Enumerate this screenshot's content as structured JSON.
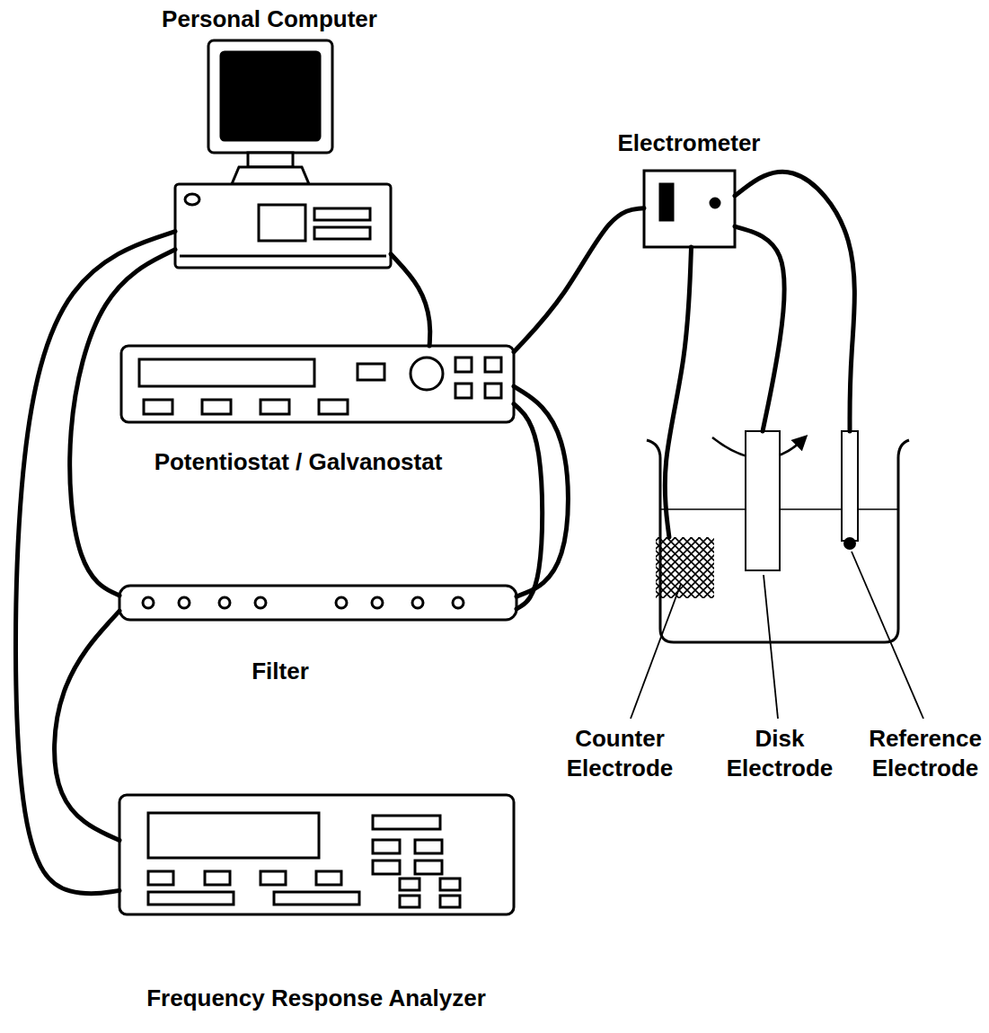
{
  "diagram": {
    "nodes": [
      {
        "text": [
          "Personal Computer"
        ]
      },
      {
        "text": [
          "Potentiostat / Galvanostat"
        ]
      },
      {
        "text": [
          "Filter"
        ]
      },
      {
        "text": [
          "Frequency Response Analyzer"
        ]
      },
      {
        "text": [
          "Electrometer"
        ]
      },
      {
        "text": [
          "Counter Electrode"
        ]
      },
      {
        "text": [
          "Disk Electrode"
        ]
      },
      {
        "text": [
          "Reference Electrode"
        ]
      }
    ],
    "edges": [
      {
        "from": 0,
        "to": 3,
        "arrow": "none"
      },
      {
        "from": 0,
        "to": 2,
        "arrow": "none"
      },
      {
        "from": 0,
        "to": 1,
        "arrow": "none"
      },
      {
        "from": 1,
        "to": 4,
        "arrow": "none"
      },
      {
        "from": 1,
        "to": 2,
        "arrow": "none"
      },
      {
        "from": 1,
        "to": 2,
        "arrow": "none"
      },
      {
        "from": 2,
        "to": 3,
        "arrow": "none"
      },
      {
        "from": 4,
        "to": 5,
        "arrow": "none"
      },
      {
        "from": 4,
        "to": 6,
        "arrow": "none"
      },
      {
        "from": 4,
        "to": 7,
        "arrow": "none"
      }
    ]
  }
}
